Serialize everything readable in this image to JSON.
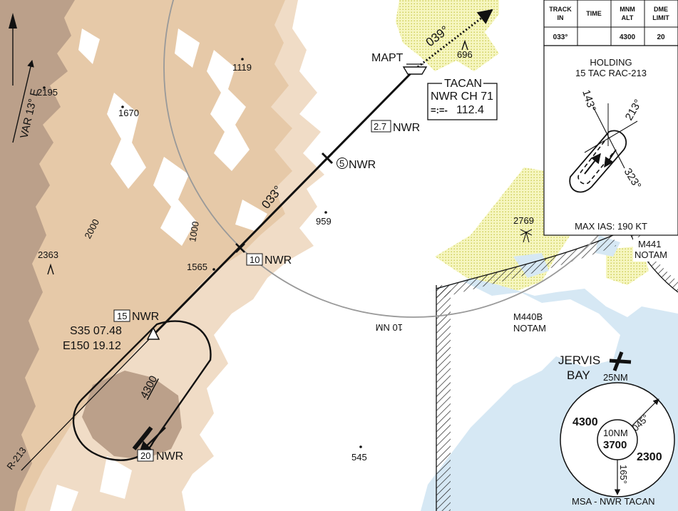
{
  "chart": {
    "var_label": "VAR 13° E",
    "course_inbound": "033°",
    "course_missed": "039°",
    "ring_label": "10 NM",
    "radial_label": "R-213",
    "mapt": "MAPT",
    "tacan": {
      "title": "TACAN",
      "ident_line": "NWR CH 71",
      "freq": "112.4",
      "morse": "=:=-"
    },
    "fixes": [
      {
        "num": "2.7",
        "name": "NWR"
      },
      {
        "num": "5",
        "name": "NWR"
      },
      {
        "num": "10",
        "name": "NWR"
      },
      {
        "num": "15",
        "name": "NWR"
      },
      {
        "num": "20",
        "name": "NWR"
      }
    ],
    "coord_lat": "S35 07.48",
    "coord_lon": "E150 19.12",
    "hold_alt": "4300",
    "spot_heights": [
      "1119",
      "2195",
      "1670",
      "696",
      "959",
      "2769",
      "2363",
      "1565",
      "545"
    ],
    "contours": [
      "2000",
      "1000"
    ],
    "airspace": [
      {
        "line1": "M441",
        "line2": "NOTAM"
      },
      {
        "line1": "M440B",
        "line2": "NOTAM"
      }
    ],
    "airport": {
      "line1": "JERVIS",
      "line2": "BAY"
    }
  },
  "track_table": {
    "headers": [
      [
        "TRACK",
        "IN"
      ],
      [
        "TIME"
      ],
      [
        "MNM",
        "ALT"
      ],
      [
        "DME",
        "LIMIT"
      ]
    ],
    "values": [
      "033°",
      "",
      "4300",
      "20"
    ]
  },
  "holding": {
    "title": "HOLDING",
    "subtitle": "15 TAC RAC-213",
    "radials": [
      "143°",
      "213°",
      "323°"
    ],
    "max_ias": "MAX IAS: 190 KT"
  },
  "msa": {
    "range": "25NM",
    "inner_radius": "10NM",
    "inner_alt": "3700",
    "sector_nw": "4300",
    "sector_se": "2300",
    "bearing_1": "045°",
    "bearing_2": "165°",
    "title": "MSA - NWR TACAN"
  },
  "colors": {
    "terrain_low": "#f0dcc6",
    "terrain_mid": "#e6c9a8",
    "terrain_high": "#bba08a",
    "water": "#d6e8f4",
    "built_up": "#f1f1a8",
    "ring": "#999999"
  }
}
